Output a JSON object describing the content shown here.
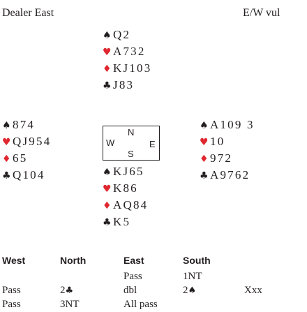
{
  "header": {
    "dealer": "Dealer East",
    "vulnerability": "E/W vul"
  },
  "suit_glyphs": {
    "spades": "♠",
    "hearts": "♥",
    "diamonds": "♦",
    "clubs": "♣"
  },
  "colors": {
    "red_suit": "#e0272f",
    "black_suit": "#231f20"
  },
  "hands": {
    "north": {
      "spades": "Q2",
      "hearts": "A732",
      "diamonds": "KJ103",
      "clubs": "J83"
    },
    "west": {
      "spades": "874",
      "hearts": "QJ954",
      "diamonds": "65",
      "clubs": "Q104"
    },
    "east": {
      "spades": "A109 3",
      "hearts": "10",
      "diamonds": "972",
      "clubs": "A9762"
    },
    "south": {
      "spades": "KJ65",
      "hearts": "K86",
      "diamonds": "AQ84",
      "clubs": "K5"
    }
  },
  "compass": {
    "north": "N",
    "west": "W",
    "east": "E",
    "south": "S"
  },
  "bidding": {
    "headers": [
      "West",
      "North",
      "East",
      "South"
    ],
    "rows": [
      {
        "west": "",
        "north": "",
        "east": "Pass",
        "south": "1NT",
        "extra": ""
      },
      {
        "west": "Pass",
        "north": "2",
        "north_suit": "♣",
        "east": "dbl",
        "south": "2",
        "south_suit": "♠",
        "extra": "Xxx"
      },
      {
        "west": "Pass",
        "north": "3NT",
        "east": "All pass",
        "south": "",
        "extra": ""
      }
    ]
  }
}
